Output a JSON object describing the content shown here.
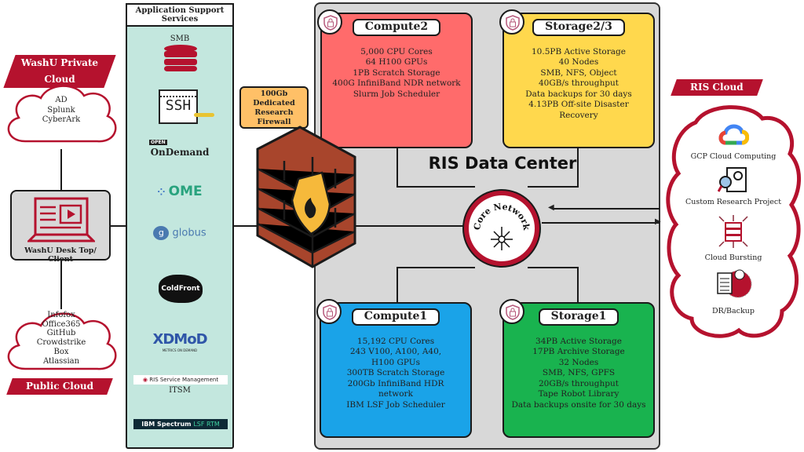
{
  "left": {
    "private_cloud_label": "WashU Private Cloud",
    "private_cloud_items": [
      "AD",
      "Splunk",
      "CyberArk"
    ],
    "desktop_label": "WashU Desk Top/ Client",
    "public_cloud_label": "Public Cloud",
    "public_cloud_items": [
      "Infofox",
      "Office365",
      "GitHub",
      "Crowdstrike",
      "Box",
      "Atlassian"
    ]
  },
  "services": {
    "title": "Application Support Services",
    "smb": "SMB",
    "ssh": "SSH",
    "ondemand_open": "OPEN",
    "ondemand": "OnDemand",
    "ome": "OME",
    "globus": "globus",
    "coldfront": "ColdFront",
    "xdmod": "XDMoD",
    "xdmod_sub": "METRICS ON DEMAND",
    "ris_sm": "RIS Service Management",
    "itsm": "ITSM",
    "ibm": "IBM Spectrum",
    "lsf": "LSF RTM"
  },
  "firewall": {
    "label": "100Gb Dedicated Research Firewall"
  },
  "datacenter": {
    "title": "RIS Data Center",
    "core": "Core Network",
    "compute2": {
      "title": "Compute2",
      "lines": [
        "5,000 CPU Cores",
        "64 H100 GPUs",
        "1PB Scratch Storage",
        "400G InfiniBand NDR network",
        "Slurm Job Scheduler"
      ]
    },
    "storage23": {
      "title": "Storage2/3",
      "lines": [
        "10.5PB Active Storage",
        "40 Nodes",
        "SMB, NFS, Object",
        "40GB/s throughput",
        "Data backups for 30 days",
        "4.13PB Off-site Disaster Recovery"
      ]
    },
    "compute1": {
      "title": "Compute1",
      "lines": [
        "15,192 CPU Cores",
        "243 V100, A100, A40, H100 GPUs",
        "300TB Scratch Storage",
        "200Gb InfiniBand HDR network",
        "IBM LSF Job Scheduler"
      ]
    },
    "storage1": {
      "title": "Storage1",
      "lines": [
        "34PB Active Storage",
        "17PB Archive Storage",
        "32 Nodes",
        "SMB, NFS, GPFS",
        "20GB/s throughput",
        "Tape Robot Library",
        "Data backups onsite for 30 days"
      ]
    }
  },
  "ris_cloud": {
    "label": "RIS Cloud",
    "items": [
      "GCP Cloud Computing",
      "Custom Research Project",
      "Cloud Bursting",
      "DR/Backup"
    ]
  },
  "colors": {
    "red": "#b5122e",
    "compute2": "#ff6b6b",
    "storage23": "#ffd84d",
    "compute1": "#1aa3e8",
    "storage1": "#19b34f",
    "services": "#c3e7de"
  }
}
